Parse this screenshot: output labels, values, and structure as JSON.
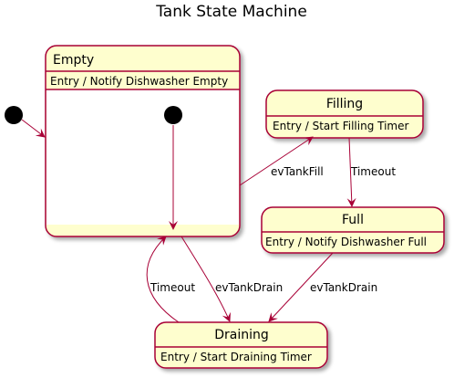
{
  "diagram": {
    "title": "Tank State Machine",
    "colors": {
      "state_fill": "#FEFECE",
      "border": "#A80036",
      "arrow": "#A80036",
      "initial": "#000000"
    },
    "states": {
      "empty": {
        "name": "Empty",
        "action": "Entry / Notify Dishwasher Empty"
      },
      "filling": {
        "name": "Filling",
        "action": "Entry / Start Filling Timer"
      },
      "full": {
        "name": "Full",
        "action": "Entry / Notify Dishwasher Full"
      },
      "draining": {
        "name": "Draining",
        "action": "Entry / Start Draining Timer"
      }
    },
    "transitions": {
      "empty_to_filling": "evTankFill",
      "filling_to_full": "Timeout",
      "full_to_draining": "evTankDrain",
      "empty_to_draining": "evTankDrain",
      "draining_to_empty": "Timeout"
    }
  }
}
